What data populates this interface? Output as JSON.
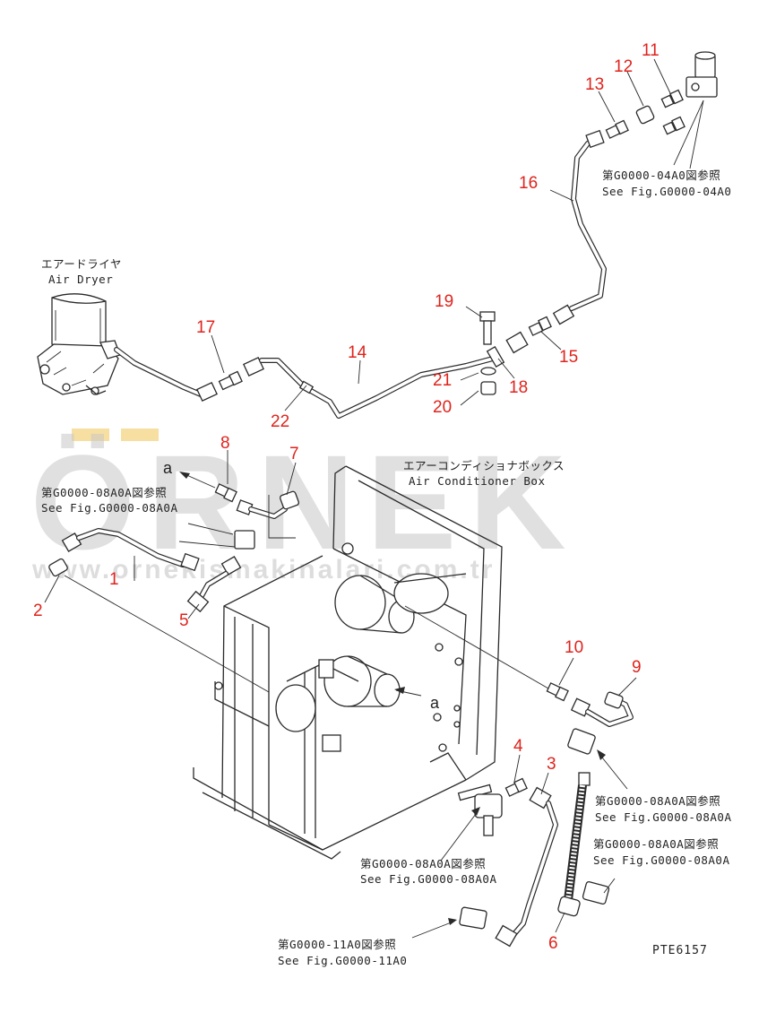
{
  "diagram": {
    "part_labels": [
      "1",
      "2",
      "3",
      "4",
      "5",
      "6",
      "7",
      "8",
      "9",
      "10",
      "11",
      "12",
      "13",
      "14",
      "15",
      "16",
      "17",
      "18",
      "19",
      "20",
      "21",
      "22"
    ],
    "notes": {
      "air_dryer_jp": "エアードライヤ",
      "air_dryer_en": "Air Dryer",
      "ac_box_jp": "エアーコンディショナボックス",
      "ac_box_en": "Air Conditioner Box",
      "ref_04a0_jp": "第G0000-04A0図参照",
      "ref_04a0_en": "See Fig.G0000-04A0",
      "ref_08a0a_jp": "第G0000-08A0A図参照",
      "ref_08a0a_en": "See Fig.G0000-08A0A",
      "ref_11a0_jp": "第G0000-11A0図参照",
      "ref_11a0_en": "See Fig.G0000-11A0"
    },
    "connector_ref": "a",
    "drawing_code": "PTE6157",
    "watermark": {
      "logo": "ÖRNEK",
      "url": "www.ornekismakinalari.com.tr"
    },
    "colors": {
      "callout": "#e0231c",
      "line": "#2a2a2a",
      "watermark": "#c8c8c8",
      "watermark_accent": "#f4d27a"
    }
  }
}
